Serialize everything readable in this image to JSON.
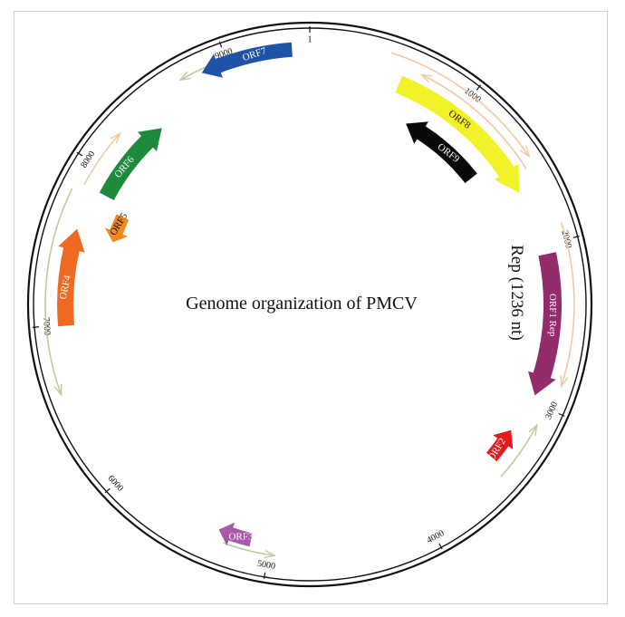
{
  "title": "Genome organization of PMCV",
  "rep_label": "Rep (1236 nt)",
  "genome_length": 9500,
  "ticks": [
    "1",
    "1000",
    "2000",
    "3000",
    "4000",
    "5000",
    "6000",
    "7000",
    "8000",
    "9000"
  ],
  "orfs": [
    {
      "label": "ORF8",
      "color": "#f2f22a",
      "text_color": "#111111"
    },
    {
      "label": "ORF9",
      "color": "#0a0a0a",
      "text_color": "#ffffff"
    },
    {
      "label": "ORF1 Rep",
      "color": "#932c6b",
      "text_color": "#ffffff"
    },
    {
      "label": "ORF2",
      "color": "#e8191c",
      "text_color": "#ffffff"
    },
    {
      "label": "ORF3",
      "color": "#a65aa8",
      "text_color": "#ffffff"
    },
    {
      "label": "ORF4",
      "color": "#ee6a22",
      "text_color": "#ffffff"
    },
    {
      "label": "ORF5",
      "color": "#f08a1c",
      "text_color": "#111111"
    },
    {
      "label": "ORF6",
      "color": "#1e8a3c",
      "text_color": "#ffffff"
    },
    {
      "label": "ORF7",
      "color": "#1f53a8",
      "text_color": "#ffffff"
    }
  ],
  "colors": {
    "backbone": "#111111",
    "guide_orange": "#f2c7a2",
    "guide_green": "#b8cf9a"
  }
}
